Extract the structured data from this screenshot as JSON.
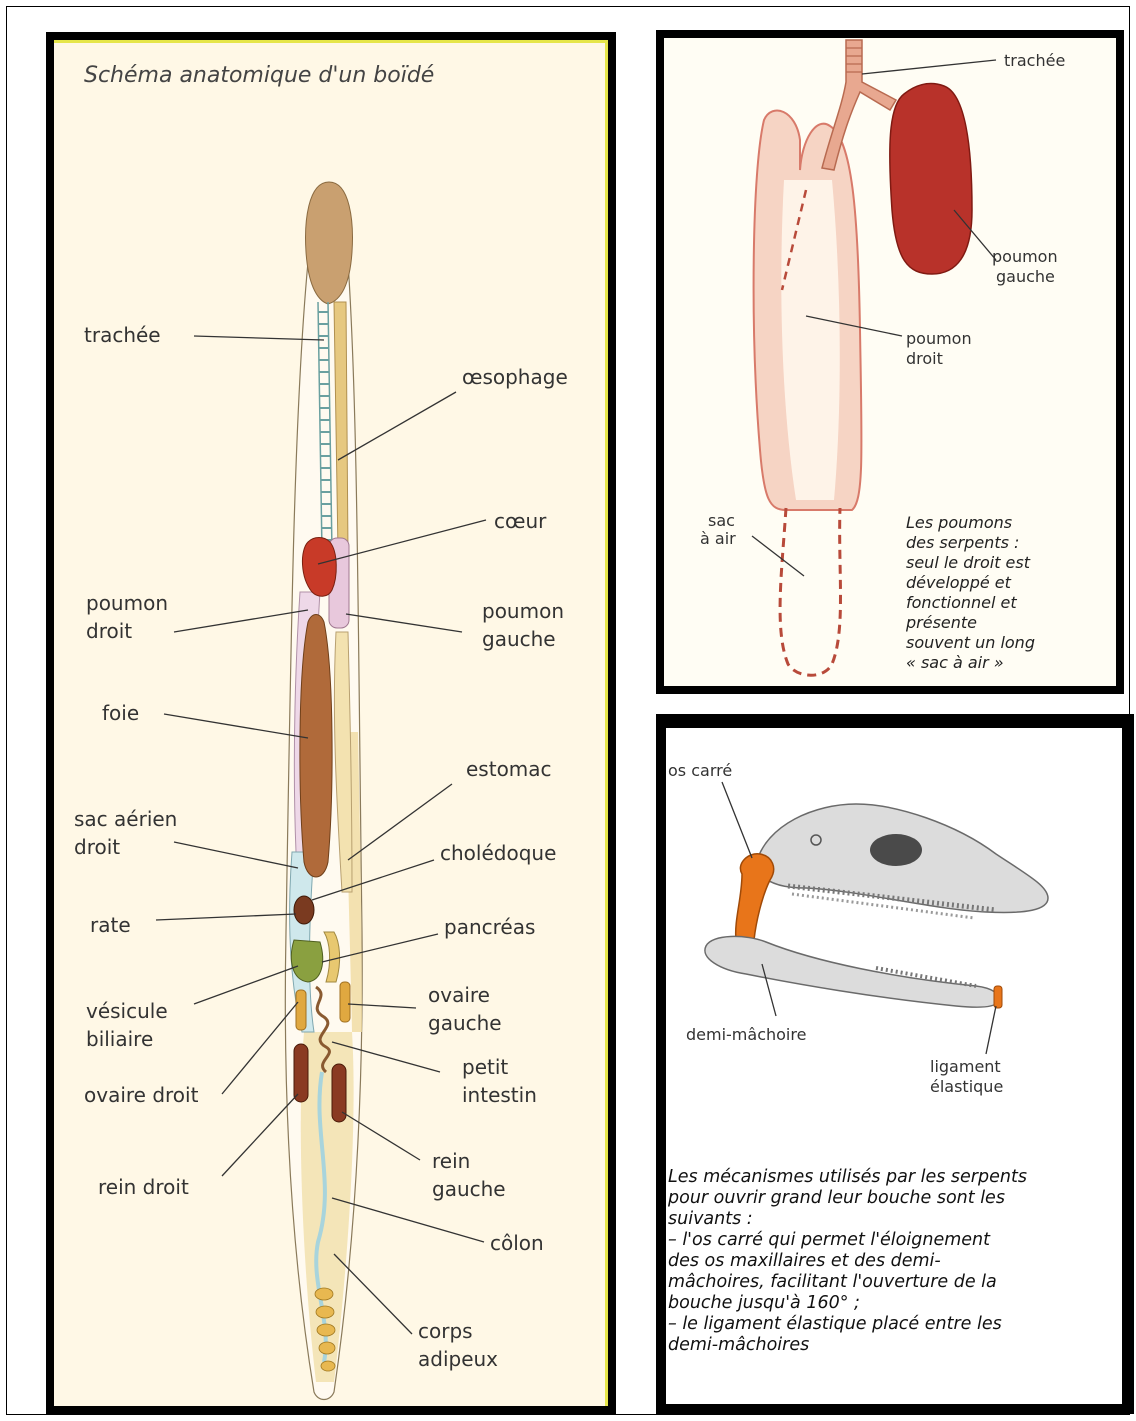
{
  "anatomy": {
    "title": "Schéma anatomique d'un boïdé",
    "labels": {
      "trachee": "trachée",
      "oesophage": "œsophage",
      "coeur": "cœur",
      "poumon_droit_1": "poumon",
      "poumon_droit_2": "droit",
      "poumon_gauche_1": "poumon",
      "poumon_gauche_2": "gauche",
      "foie": "foie",
      "estomac": "estomac",
      "sac_aerien_1": "sac aérien",
      "sac_aerien_2": "droit",
      "choledoque": "cholédoque",
      "rate": "rate",
      "pancreas": "pancréas",
      "vesicule_1": "vésicule",
      "vesicule_2": "biliaire",
      "ovaire_gauche_1": "ovaire",
      "ovaire_gauche_2": "gauche",
      "ovaire_droit": "ovaire droit",
      "petit_intestin_1": "petit",
      "petit_intestin_2": "intestin",
      "rein_droit": "rein droit",
      "rein_gauche_1": "rein",
      "rein_gauche_2": "gauche",
      "colon": "côlon",
      "corps_adipeux_1": "corps",
      "corps_adipeux_2": "adipeux"
    }
  },
  "lungs": {
    "labels": {
      "trachee": "trachée",
      "poumon_gauche_1": "poumon",
      "poumon_gauche_2": "gauche",
      "poumon_droit_1": "poumon",
      "poumon_droit_2": "droit",
      "sac_1": "sac",
      "sac_2": "à air"
    },
    "caption": [
      "Les poumons",
      "des serpents :",
      "seul le droit est",
      "développé et",
      "fonctionnel et",
      "présente",
      "souvent un long",
      "« sac à air »"
    ]
  },
  "jaw": {
    "labels": {
      "os_carre": "os carré",
      "demi_machoire": "demi-mâchoire",
      "ligament_1": "ligament",
      "ligament_2": "élastique"
    },
    "caption": [
      "Les mécanismes utilisés par les serpents",
      "pour ouvrir grand leur bouche sont les",
      "suivants :",
      "–   l'os carré qui permet l'éloignement",
      "des os maxillaires et des demi-",
      "mâchoires, facilitant l'ouverture de la",
      "bouche jusqu'à 160° ;",
      "–   le ligament élastique placé entre les",
      "demi-mâchoires"
    ]
  },
  "colors": {
    "frame": "#000000",
    "accent_yellow": "#e6e64a",
    "lung_red": "#b8322a",
    "bone_orange": "#e8751a",
    "liver_brown": "#a0522d",
    "fat_yellow": "#e8c86a"
  }
}
